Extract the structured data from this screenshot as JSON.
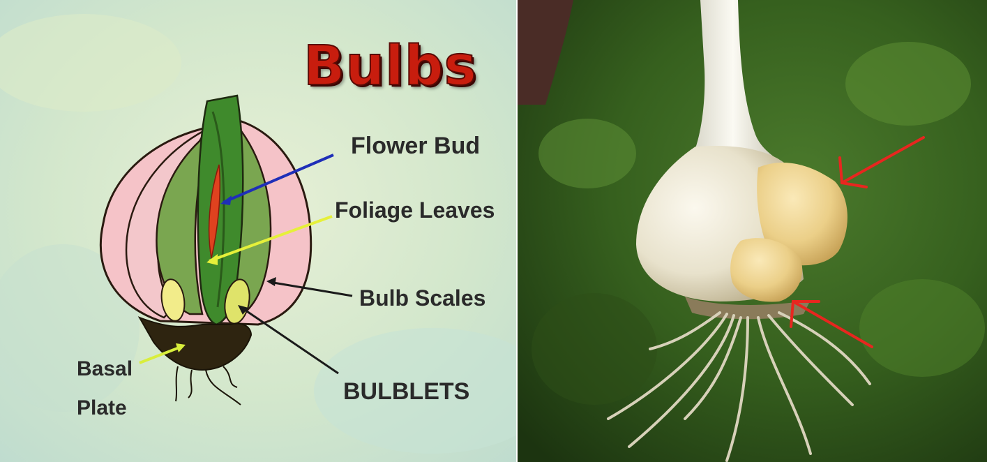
{
  "diagram": {
    "title": "Bulbs",
    "labels": {
      "flower_bud": "Flower Bud",
      "foliage_leaves": "Foliage Leaves",
      "bulb_scales": "Bulb Scales",
      "basal_plate_line1": "Basal",
      "basal_plate_line2": "Plate",
      "bulblets": "BULBLETS"
    },
    "colors": {
      "title": "#c81d0e",
      "flower_bud_pointer": "#1f2fb8",
      "foliage_pointer": "#e6f03a",
      "basal_pointer": "#d9ee3c",
      "scales_pointer": "#1a1a1a",
      "bulblets_pointer": "#1a1a1a",
      "scale_pink": "#f5c3c8",
      "leaf_green": "#6f9a4a",
      "basal_dark": "#2e2410"
    }
  },
  "photo": {
    "subject": "bulb-with-bulblets-photo",
    "arrow_color": "#e8261f"
  }
}
